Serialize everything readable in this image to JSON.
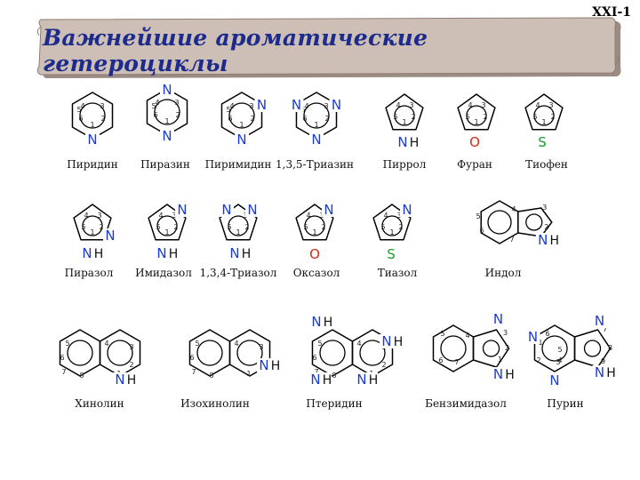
{
  "page_code": "XXI-1",
  "title": "Важнейшие ароматические гетероциклы",
  "colors": {
    "banner_fill": "#cdbfb6",
    "banner_shadow": "#9b8b82",
    "title": "#1c2b8c",
    "nitrogen": "#1a3bd4",
    "oxygen": "#d42a1a",
    "sulfur": "#1c9a2c"
  },
  "compounds": [
    {
      "name": "Пиридин"
    },
    {
      "name": "Пиразин"
    },
    {
      "name": "Пиримидин"
    },
    {
      "name": "1,3,5-Триазин"
    },
    {
      "name": "Пиррол"
    },
    {
      "name": "Фуран"
    },
    {
      "name": "Тиофен"
    },
    {
      "name": "Пиразол"
    },
    {
      "name": "Имидазол"
    },
    {
      "name": "1,3,4-Триазол"
    },
    {
      "name": "Оксазол"
    },
    {
      "name": "Тиазол"
    },
    {
      "name": "Индол"
    },
    {
      "name": "Хинолин"
    },
    {
      "name": "Изохинолин"
    },
    {
      "name": "Птеридин"
    },
    {
      "name": "Бензимидазол"
    },
    {
      "name": "Пурин"
    }
  ],
  "atoms": {
    "N": "N",
    "O": "O",
    "S": "S",
    "H": "H"
  }
}
